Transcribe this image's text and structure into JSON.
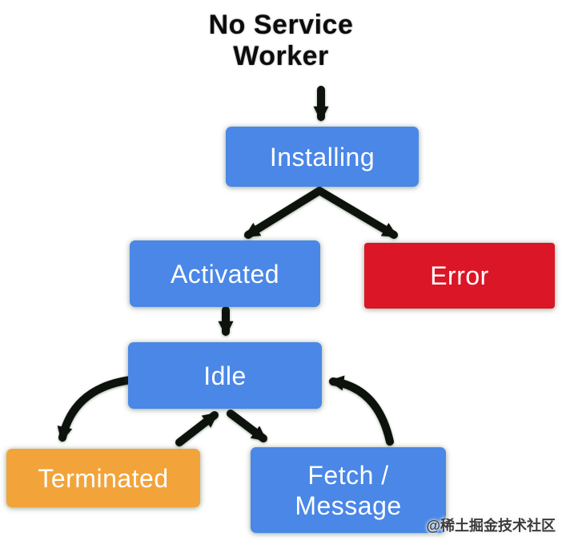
{
  "diagram": {
    "title": "No Service\nWorker",
    "nodes": [
      {
        "id": "installing",
        "label": "Installing",
        "color": "#4a87e6",
        "text_color": "#ffffff"
      },
      {
        "id": "activated",
        "label": "Activated",
        "color": "#4a87e6",
        "text_color": "#ffffff"
      },
      {
        "id": "error",
        "label": "Error",
        "color": "#db1626",
        "text_color": "#ffffff"
      },
      {
        "id": "idle",
        "label": "Idle",
        "color": "#4a87e6",
        "text_color": "#ffffff"
      },
      {
        "id": "terminated",
        "label": "Terminated",
        "color": "#f2a43a",
        "text_color": "#ffffff"
      },
      {
        "id": "fetch_message",
        "label": "Fetch /\nMessage",
        "color": "#4a87e6",
        "text_color": "#ffffff"
      }
    ],
    "edges": [
      {
        "from": "start",
        "to": "installing"
      },
      {
        "from": "installing",
        "to": "activated"
      },
      {
        "from": "installing",
        "to": "error"
      },
      {
        "from": "activated",
        "to": "idle"
      },
      {
        "from": "idle",
        "to": "terminated"
      },
      {
        "from": "terminated",
        "to": "idle"
      },
      {
        "from": "idle",
        "to": "fetch_message"
      },
      {
        "from": "fetch_message",
        "to": "idle"
      }
    ],
    "colors": {
      "node_blue": "#4a87e6",
      "node_red": "#db1626",
      "node_orange": "#f2a43a",
      "arrow": "#0d120d",
      "background": "#ffffff",
      "title_text": "#0c0c0c"
    }
  },
  "watermark": {
    "text": "@稀土掘金技术社区"
  }
}
